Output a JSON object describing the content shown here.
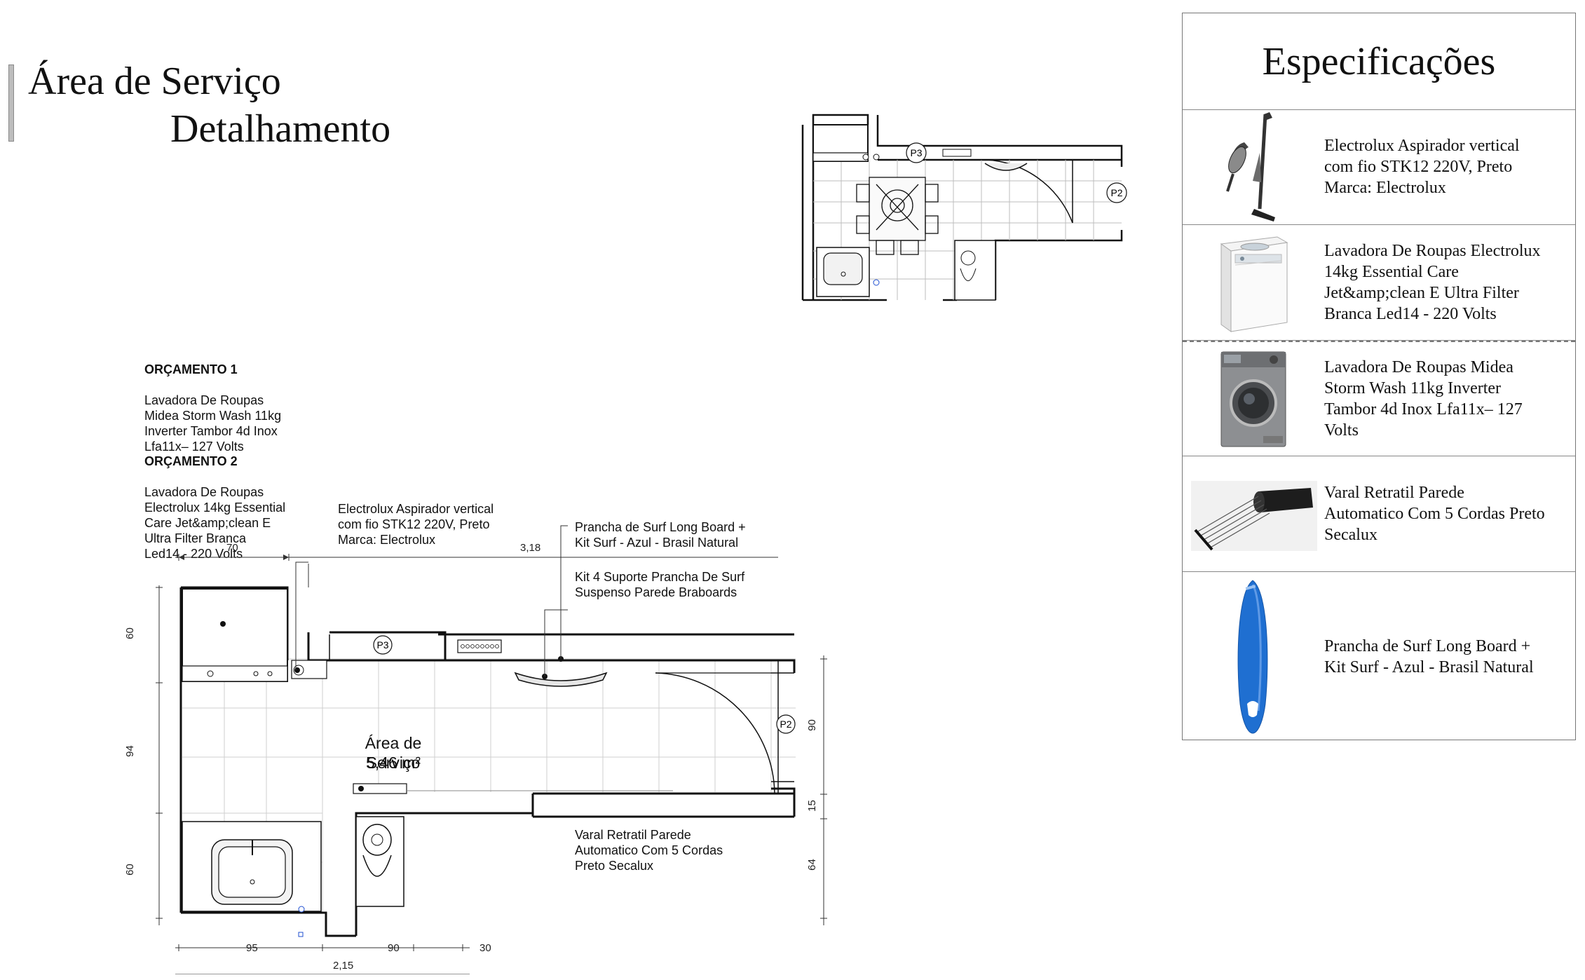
{
  "header": {
    "title_line1": "Área de Serviço",
    "title_line2": "Detalhamento"
  },
  "budget": {
    "b1_title": "ORÇAMENTO 1",
    "b1_text": "Lavadora De Roupas\nMidea Storm Wash 11kg\nInverter Tambor 4d Inox\nLfa11x– 127 Volts",
    "b2_title": "ORÇAMENTO 2",
    "b2_text": "Lavadora De Roupas\nElectrolux 14kg Essential\nCare Jet&amp;clean E\nUltra Filter Branca\nLed14 - 220 Volts"
  },
  "plan": {
    "room_name": "Área de Serviço",
    "room_area": "5,46 m²",
    "tag_p3": "P3",
    "tag_p2": "P2",
    "label_vacuum": "Electrolux Aspirador vertical\ncom fio STK12 220V, Preto\nMarca: Electrolux",
    "label_surf": "Prancha de Surf Long Board +\nKit Surf - Azul - Brasil Natural",
    "label_support": "Kit 4 Suporte Prancha De Surf\nSuspenso Parede Braboards",
    "label_varal": "Varal Retratil Parede\nAutomatico Com 5 Cordas\nPreto Secalux",
    "dims": {
      "top_70": "70",
      "top_318": "3,18",
      "left_60a": "60",
      "left_94": "94",
      "left_60b": "60",
      "right_90": "90",
      "right_15": "15",
      "right_64": "64",
      "bottom_95": "95",
      "bottom_90": "90",
      "bottom_30": "30",
      "bottom_215": "2,15"
    }
  },
  "specs": {
    "heading": "Especificações",
    "items": [
      {
        "text": "Electrolux Aspirador vertical\ncom fio STK12 220V, Preto\nMarca: Electrolux",
        "icon": "vacuum-icon"
      },
      {
        "text": "Lavadora De Roupas Electrolux\n14kg Essential Care\nJet&amp;clean E Ultra Filter\nBranca Led14 - 220 Volts",
        "icon": "top-load-washer-icon"
      },
      {
        "text": "Lavadora De Roupas Midea\nStorm Wash 11kg Inverter\nTambor 4d Inox Lfa11x– 127\nVolts",
        "icon": "front-load-washer-icon"
      },
      {
        "text": "Varal Retratil Parede\nAutomatico Com 5 Cordas Preto\nSecalux",
        "icon": "clothesline-icon"
      },
      {
        "text": "Prancha de Surf Long Board +\nKit Surf - Azul - Brasil Natural",
        "icon": "surfboard-icon"
      }
    ]
  },
  "colors": {
    "surf_blue": "#1f6fd1",
    "washer_gray": "#8d8f92",
    "line": "#111111"
  }
}
